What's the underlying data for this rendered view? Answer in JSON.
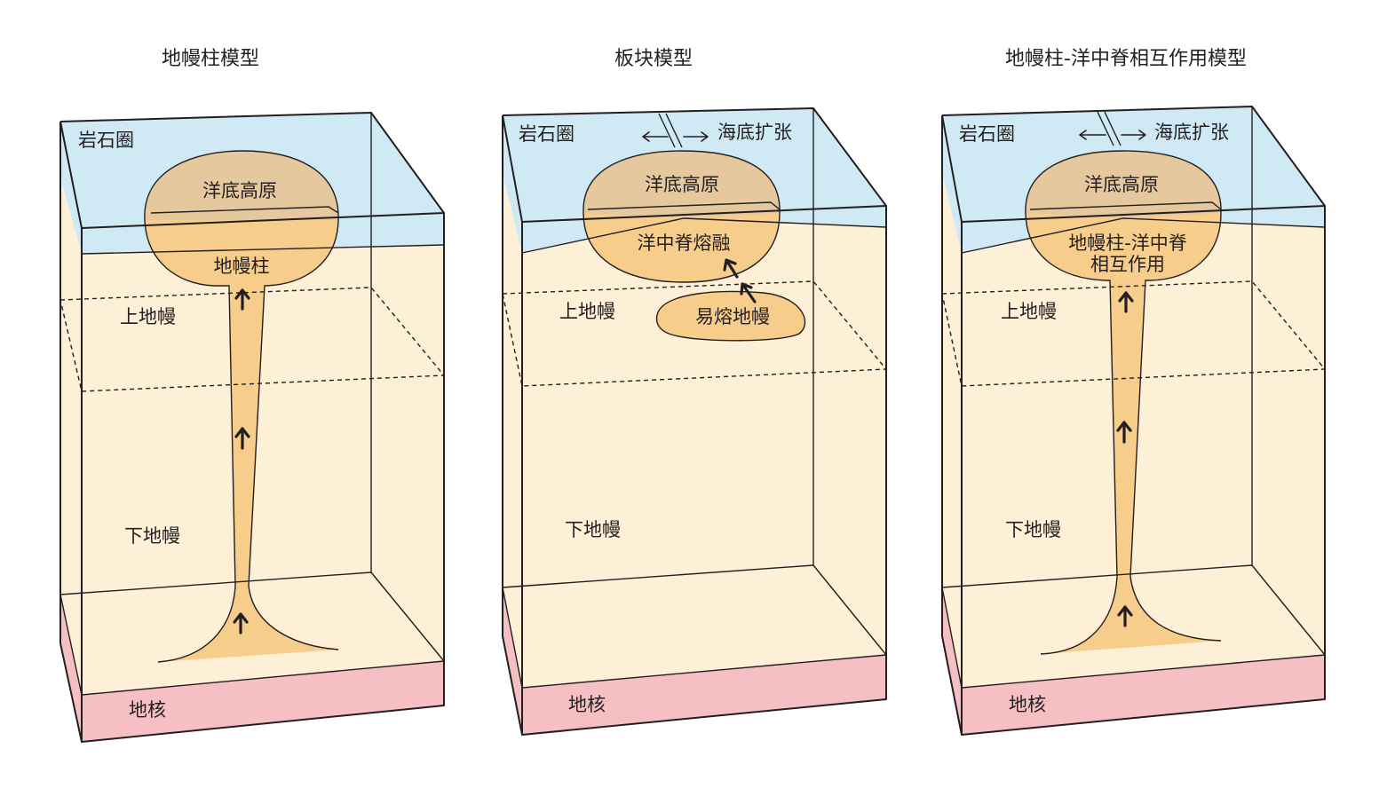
{
  "colors": {
    "lithosphere": "#cfe9f5",
    "mantle": "#fdf0d6",
    "core": "#f5bfc3",
    "melt": "#f7cd8c",
    "plateau": "#e2c89e",
    "line": "#231f20"
  },
  "panels": [
    {
      "title": "地幔柱模型",
      "lithosphere": "岩石圈",
      "plateau": "洋底高原",
      "melt": "地幔柱",
      "upper_mantle": "上地幔",
      "lower_mantle": "下地幔",
      "core": "地核"
    },
    {
      "title": "板块模型",
      "lithosphere": "岩石圈",
      "spreading": "海底扩张",
      "plateau": "洋底高原",
      "melt": "洋中脊熔融",
      "fusible": "易熔地幔",
      "upper_mantle": "上地幔",
      "lower_mantle": "下地幔",
      "core": "地核"
    },
    {
      "title": "地幔柱-洋中脊相互作用模型",
      "lithosphere": "岩石圈",
      "spreading": "海底扩张",
      "plateau": "洋底高原",
      "melt_line1": "地幔柱-洋中脊",
      "melt_line2": "相互作用",
      "upper_mantle": "上地幔",
      "lower_mantle": "下地幔",
      "core": "地核"
    }
  ]
}
